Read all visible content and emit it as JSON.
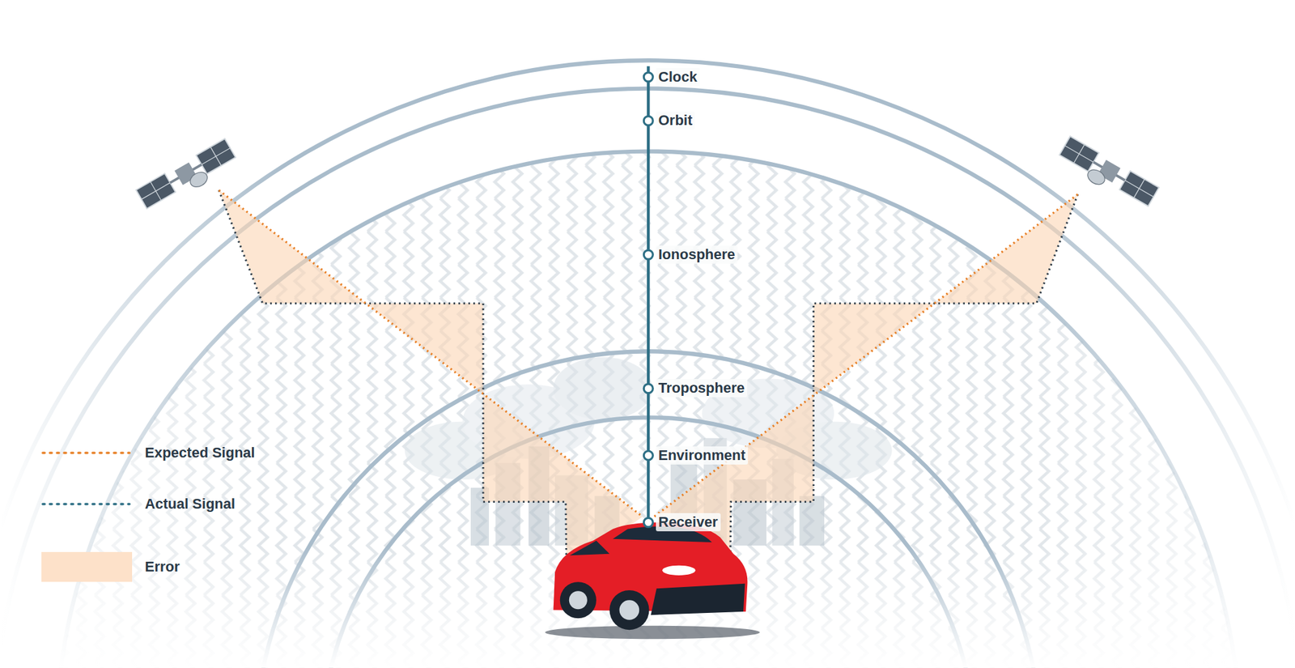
{
  "diagram": {
    "labels": [
      "Clock",
      "Orbit",
      "Ionosphere",
      "Troposphere",
      "Environment",
      "Receiver"
    ],
    "legend": [
      {
        "text": "Expected Signal"
      },
      {
        "text": "Actual Signal"
      },
      {
        "text": "Error",
        "color": "#fde1c9"
      }
    ]
  }
}
